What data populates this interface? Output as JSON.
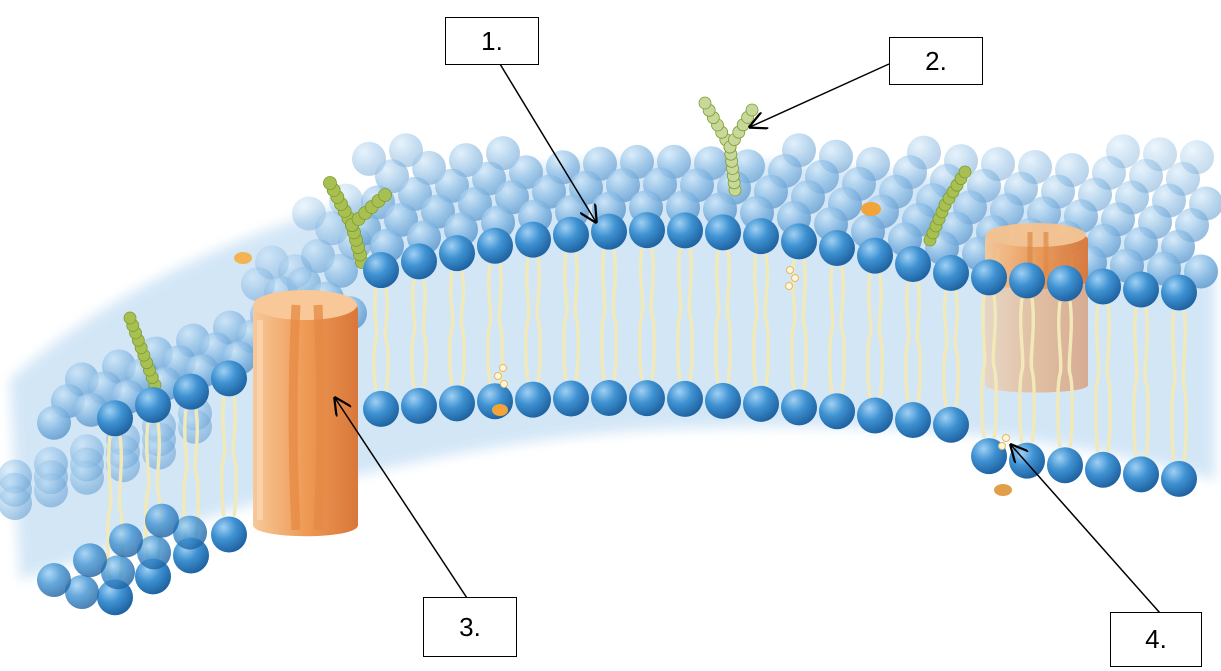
{
  "diagram": {
    "labels": [
      "1.",
      "2.",
      "3.",
      "4."
    ],
    "colors": {
      "phospholipid_head": "#3c8fcf",
      "membrane_glow": "#bcd9f2",
      "fatty_acid_tail": "#f2e9b8",
      "protein_channel": "#f0a868",
      "glycoprotein_chain": "#a8bf52",
      "cholesterol": "#f2a43a"
    }
  }
}
